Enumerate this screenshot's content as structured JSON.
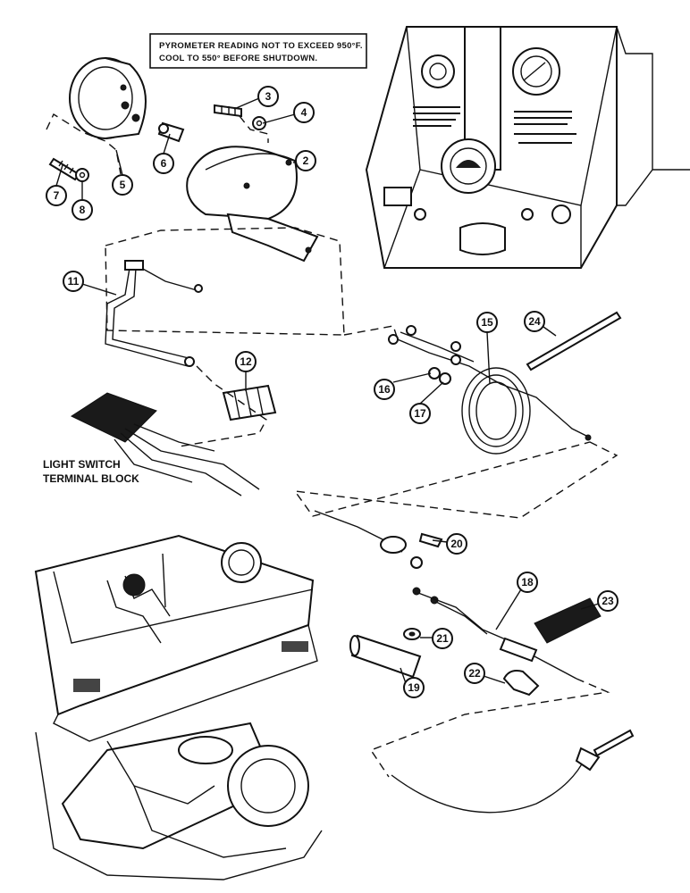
{
  "note": {
    "line1": "PYROMETER READING NOT TO EXCEED 950°F.",
    "line2": "COOL TO 550° BEFORE SHUTDOWN."
  },
  "terminal_block_label": {
    "line1": "LIGHT SWITCH",
    "line2": "TERMINAL BLOCK"
  },
  "callouts": {
    "c2": "2",
    "c3": "3",
    "c4": "4",
    "c5": "5",
    "c6": "6",
    "c7": "7",
    "c8": "8",
    "c11": "11",
    "c12": "12",
    "c15": "15",
    "c16": "16",
    "c17": "17",
    "c18": "18",
    "c19": "19",
    "c20": "20",
    "c21": "21",
    "c22": "22",
    "c23": "23",
    "c24": "24"
  }
}
